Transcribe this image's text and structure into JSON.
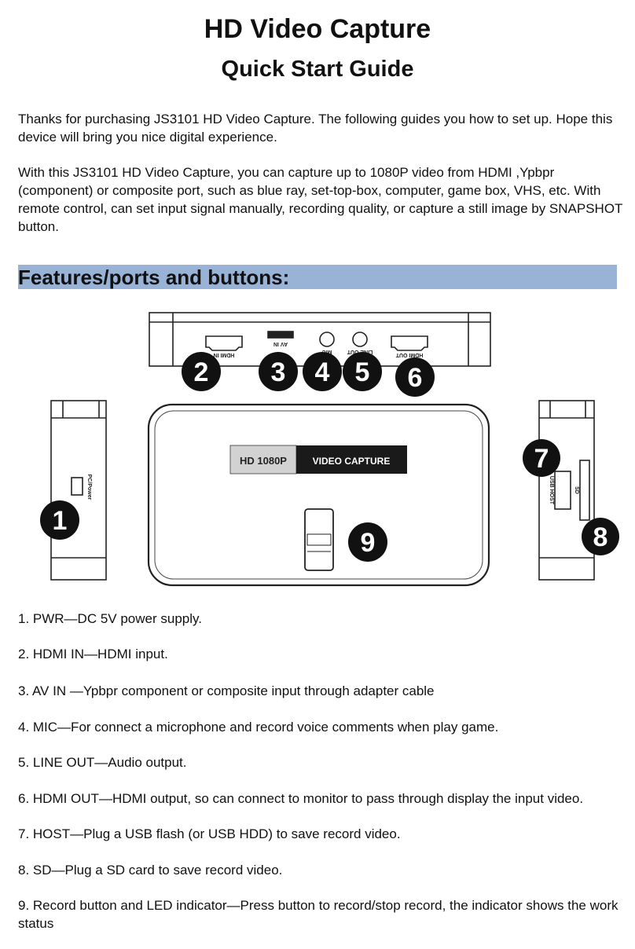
{
  "document": {
    "title": "HD Video Capture",
    "subtitle": "Quick Start Guide",
    "intro_1": "Thanks for purchasing JS3101 HD Video Capture. The following guides you how to set up. Hope this device will bring you nice digital experience.",
    "intro_2": "With this JS3101 HD Video Capture, you can capture up to 1080P video from HDMI ,Ypbpr (component) or composite port, such as blue ray, set-top-box, computer, game box, VHS, etc. With remote control, can set input signal manually, recording quality, or capture a still image by SNAPSHOT button.",
    "section_heading": "Features/ports and buttons:"
  },
  "diagram": {
    "device_label_left": "HD 1080P",
    "device_label_right": "VIDEO CAPTURE",
    "port_labels": {
      "hdmi_in": "HDMI IN",
      "av_in": "AV IN",
      "mic": "MIC",
      "line_out": "LINE OUT",
      "hdmi_out": "HDMI OUT",
      "power": "PC/Power",
      "usb_host": "USB HOST",
      "sd": "SD"
    },
    "callouts": [
      "1",
      "2",
      "3",
      "4",
      "5",
      "6",
      "7",
      "8",
      "9"
    ]
  },
  "features": [
    "1. PWR—DC 5V power supply.",
    "2. HDMI IN—HDMI input.",
    "3. AV IN —Ypbpr component or composite input through adapter cable",
    "4. MIC—For connect a microphone and record voice comments when play game.",
    "5. LINE OUT—Audio output.",
    "6. HDMI OUT—HDMI output, so can connect to monitor to pass through display the input video.",
    "7. HOST—Plug a USB flash (or USB HDD) to save record video.",
    "8. SD—Plug a SD card to save record video.",
    "9. Record button and LED indicator—Press button to record/stop record, the indicator shows the work status"
  ]
}
